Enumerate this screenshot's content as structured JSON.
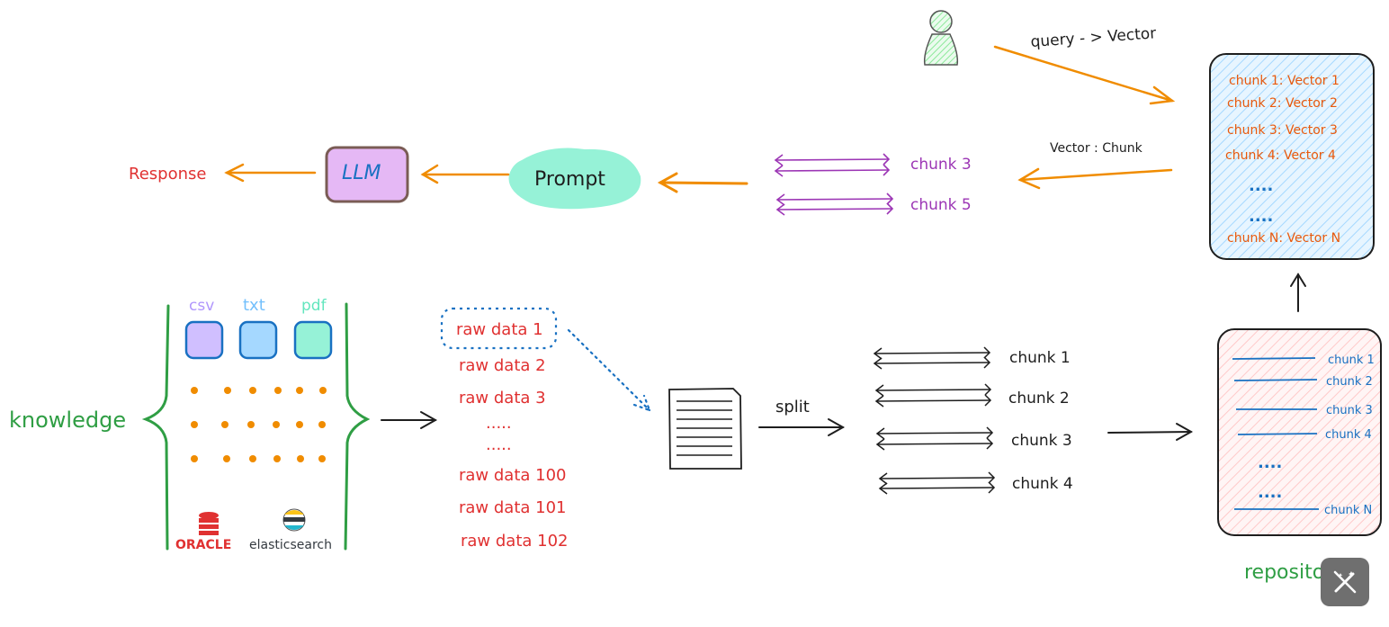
{
  "query_flow": {
    "query_label": "query - > Vector",
    "vector_chunk_label": "Vector : Chunk",
    "vector_store": [
      "chunk 1: Vector 1",
      "chunk 2: Vector 2",
      "chunk 3: Vector 3",
      "chunk 4: Vector 4",
      "....",
      "....",
      "chunk N: Vector N"
    ],
    "retrieved_chunks": [
      "chunk 3",
      "chunk 5"
    ],
    "prompt_label": "Prompt",
    "llm_label": "LLM",
    "response_label": "Response"
  },
  "ingest_flow": {
    "knowledge_label": "knowledge",
    "file_types": [
      "csv",
      "txt",
      "pdf"
    ],
    "sources": [
      "ORACLE",
      "elasticsearch"
    ],
    "raw_data": [
      "raw data 1",
      "raw data 2",
      "raw data 3",
      ".....",
      ".....",
      "raw data 100",
      "raw data 101",
      "raw data 102"
    ],
    "split_label": "split",
    "chunks": [
      "chunk 1",
      "chunk 2",
      "chunk 3",
      "chunk 4"
    ],
    "repository_items": [
      "chunk 1",
      "chunk 2",
      "chunk 3",
      "chunk 4",
      "....",
      "....",
      "chunk N"
    ],
    "repository_label": "repository"
  },
  "colors": {
    "orange": "#f08c00",
    "red": "#e03131",
    "green": "#2f9e44",
    "purple": "#9c36b5",
    "blue": "#1971c2",
    "black": "#1e1e1e",
    "prompt_fill": "#96f2d7",
    "llm_fill": "#e5b8f5",
    "csv_fill": "#d0bfff",
    "txt_fill": "#a5d8ff",
    "pdf_fill": "#96f2d7",
    "vector_store_fill": "#d0ebff",
    "repository_fill": "#ffe3e3",
    "user_fill": "#b2f2bb"
  },
  "icons": [
    "user-icon",
    "document-icon",
    "database-icon",
    "elasticsearch-icon",
    "magic-wand-icon"
  ]
}
